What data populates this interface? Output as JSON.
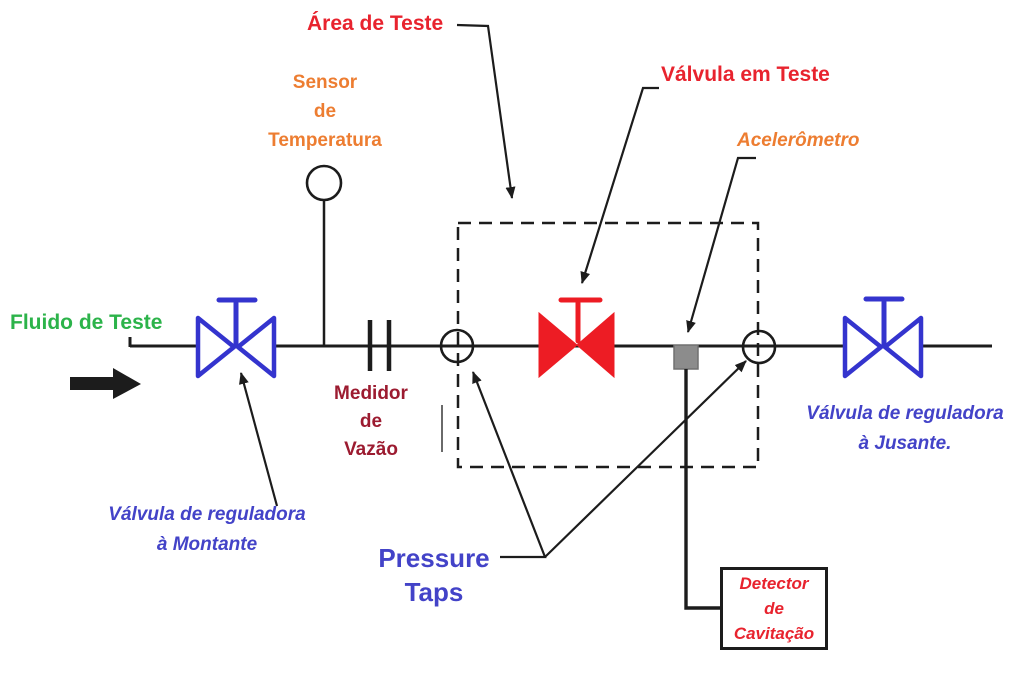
{
  "labels": {
    "test_area": "Área de Teste",
    "temperature_sensor": [
      "Sensor",
      "de",
      "Temperatura"
    ],
    "valve_under_test": "Válvula em Teste",
    "accelerometer": "Acelerômetro",
    "test_fluid": "Fluido de Teste",
    "flow_meter": [
      "Medidor",
      "de",
      "Vazão"
    ],
    "upstream_valve": [
      "Válvula de reguladora",
      "à Montante"
    ],
    "pressure_taps": [
      "Pressure",
      "Taps"
    ],
    "downstream_valve": [
      "Válvula de reguladora",
      "à Jusante."
    ],
    "cavitation_detector": [
      "Detector",
      "de",
      "Cavitação"
    ]
  },
  "symbols": {
    "upstream_valve": "blue-bowtie-valve-with-stem",
    "valve_under_test": "red-solid-bowtie-valve-with-stem",
    "downstream_valve": "blue-bowtie-valve-with-stem",
    "temperature_sensor": "circle-on-stem",
    "flow_meter": "double-bar-capacitor-symbol",
    "pressure_taps": "open-circles-on-pipe",
    "accelerometer": "gray-square-on-pipe",
    "test_area": "dashed-rectangle",
    "flow_direction": "solid-black-right-arrow"
  },
  "colors": {
    "red": "#E8232E",
    "orange": "#ED7D31",
    "green": "#2CB34A",
    "maroon": "#9C1B30",
    "blue_label": "#4343C8",
    "valve_blue": "#3434CE",
    "valve_red": "#ED1C24",
    "line": "#1C1C1C",
    "accel": "#8C8C8C",
    "bg": "#FFFFFF"
  }
}
